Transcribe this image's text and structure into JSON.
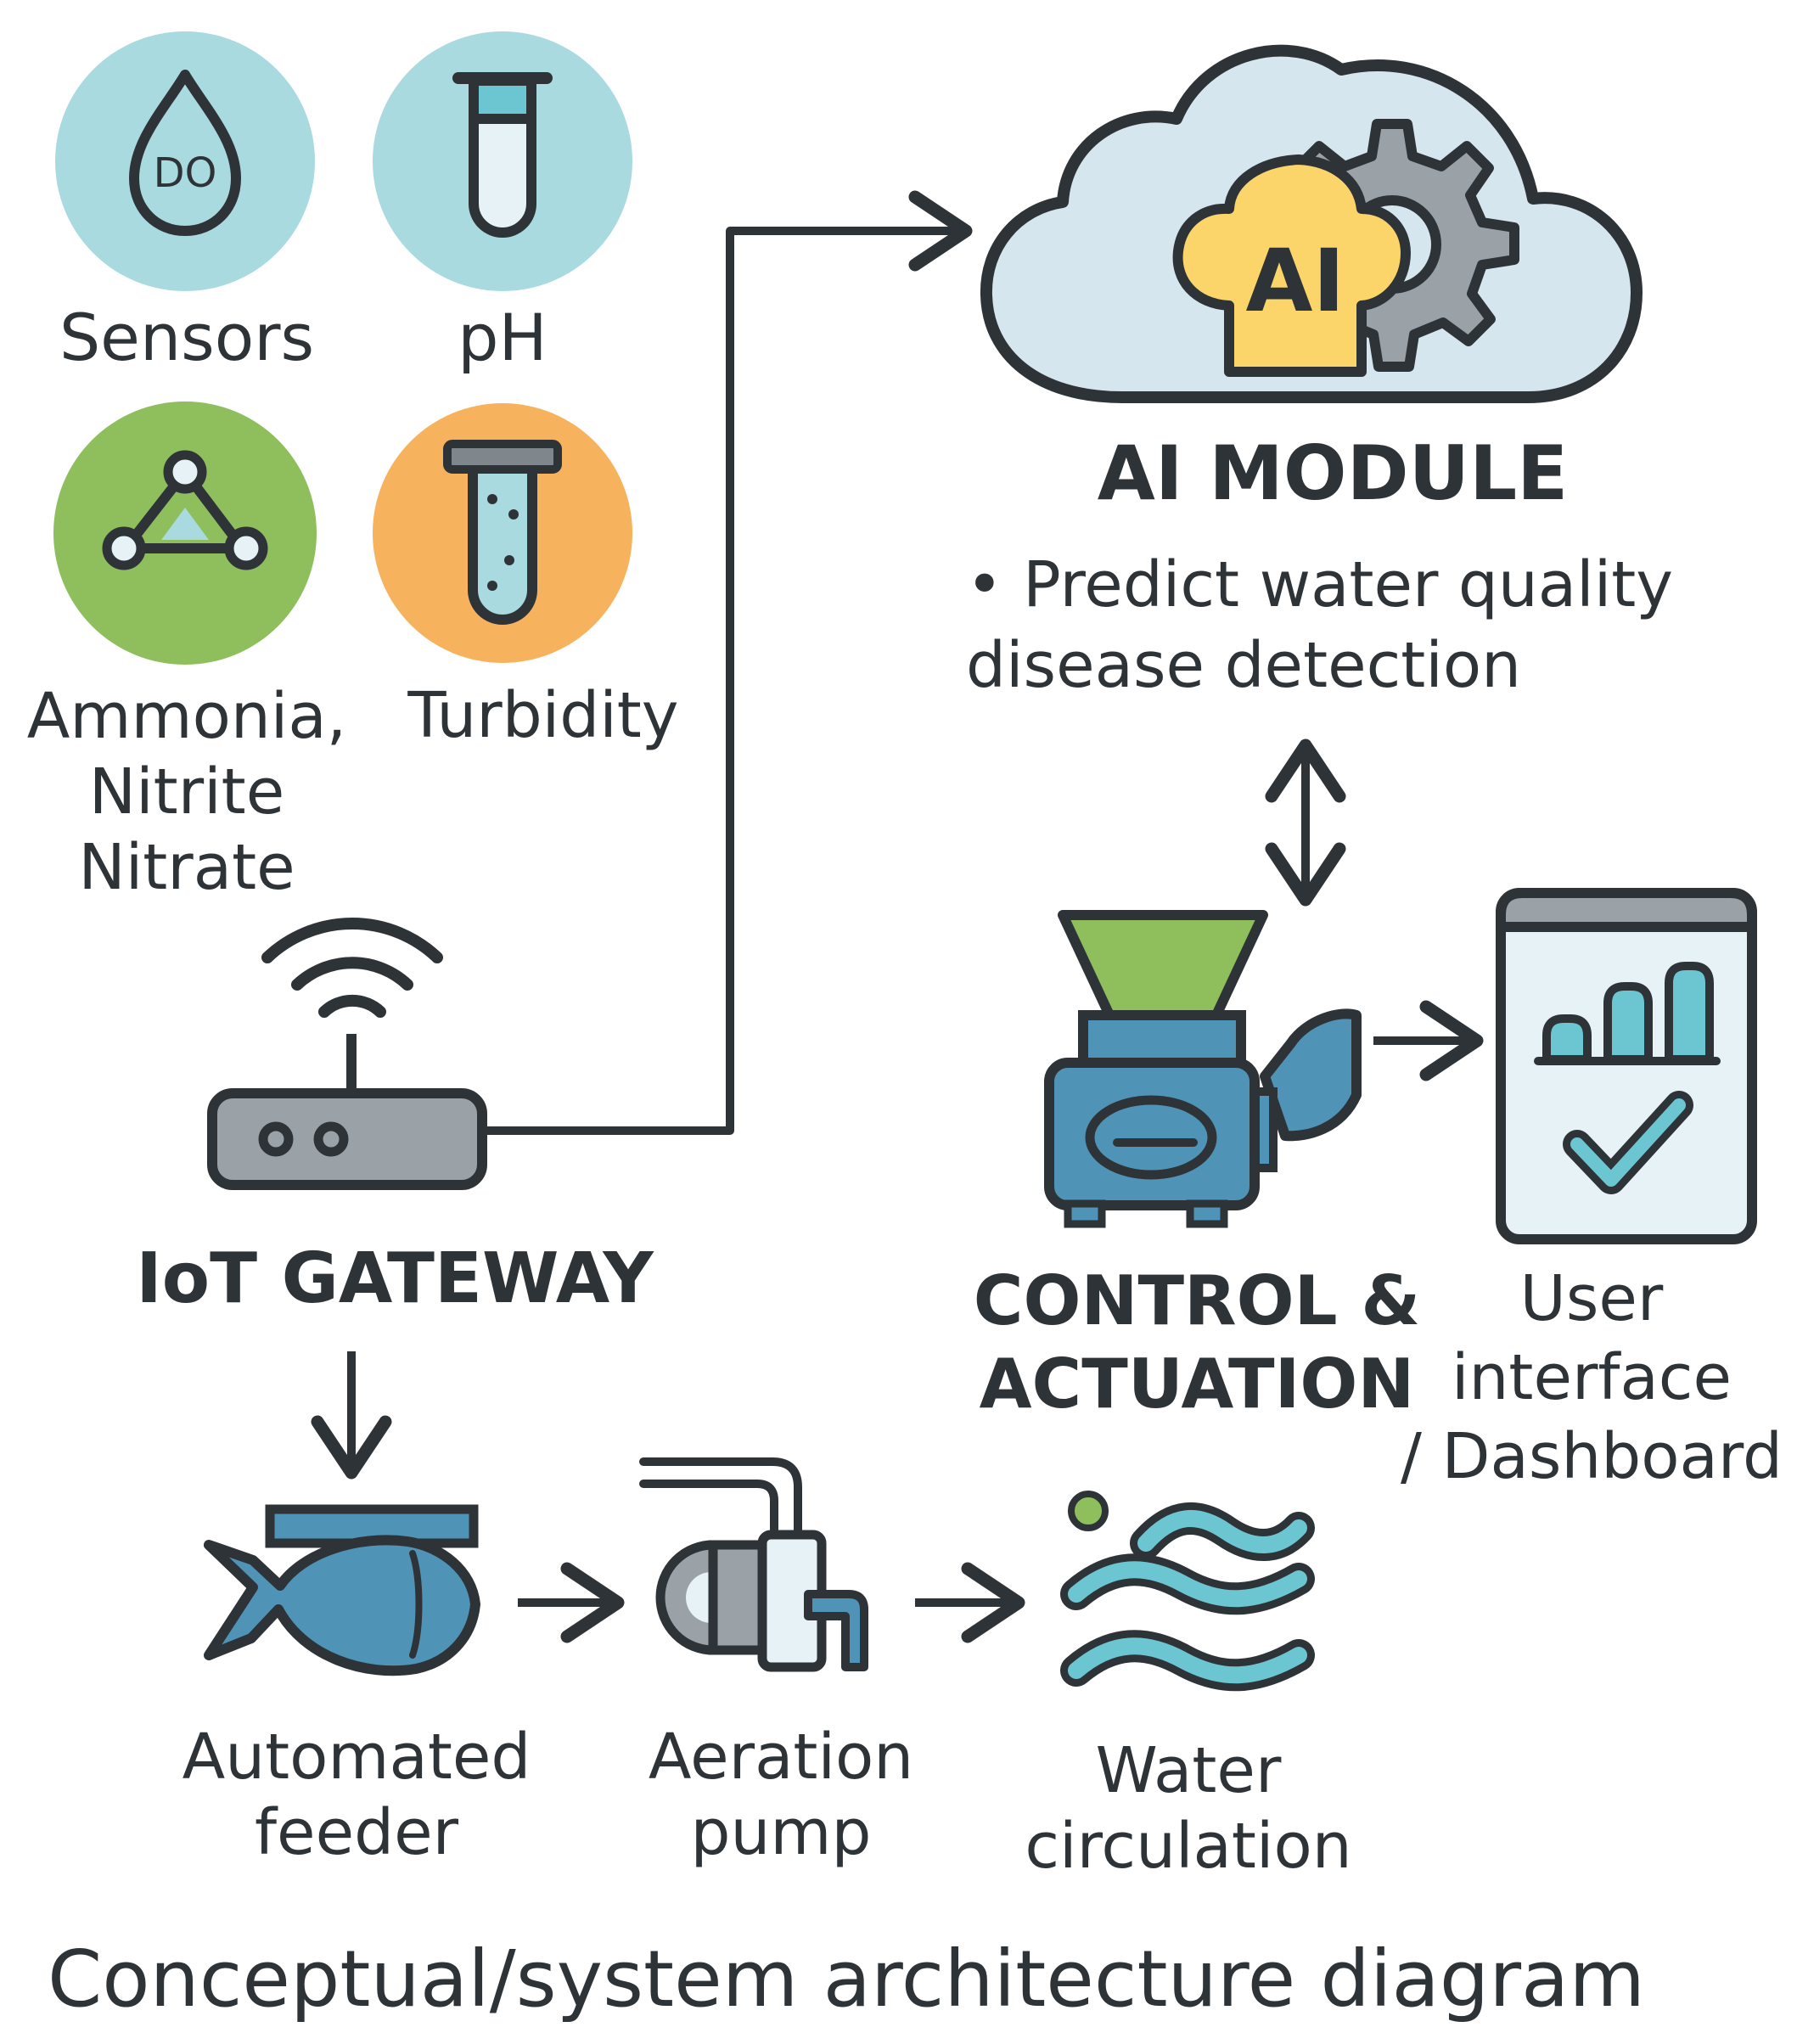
{
  "sensors": [
    {
      "label": "Sensors",
      "badge": "DO",
      "icon": "droplet-icon",
      "color": "#a8dadf"
    },
    {
      "label": "pH",
      "icon": "test-tube-icon",
      "color": "#a8dadf"
    },
    {
      "label": "Ammonia,\nNitrite\nNitrate",
      "icon": "molecule-icon",
      "color": "#8fbe5d"
    },
    {
      "label": "Turbidity",
      "icon": "turbid-tube-icon",
      "color": "#f7b25e"
    }
  ],
  "gateway": {
    "label": "IoT GATEWAY",
    "icon": "router-icon"
  },
  "ai_module": {
    "badge": "AI",
    "title": "AI MODULE",
    "bullet": "• Predict water quality\n disease detection",
    "icon": "cloud-ai-gear-icon"
  },
  "control": {
    "label": "CONTROL &\nACTUATION",
    "icon": "motor-icon"
  },
  "dashboard": {
    "label": "User\ninterface\n/ Dashboard",
    "icon": "dashboard-icon"
  },
  "actuators": [
    {
      "label": "Automated\nfeeder",
      "icon": "fish-feeder-icon"
    },
    {
      "label": "Aeration\npump",
      "icon": "pump-icon"
    },
    {
      "label": "Water\ncirculation",
      "icon": "waves-icon"
    }
  ],
  "caption": "Conceptual/system architecture diagram",
  "colors": {
    "outline": "#2e3338",
    "sky": "#a8dadf",
    "green": "#8fbe5d",
    "orange": "#f7b25e",
    "blue": "#4f93b6",
    "teal": "#6cc6d1",
    "cloud": "#d6e6ee",
    "yellow": "#fbd56a",
    "gray": "#9aa2a8"
  }
}
